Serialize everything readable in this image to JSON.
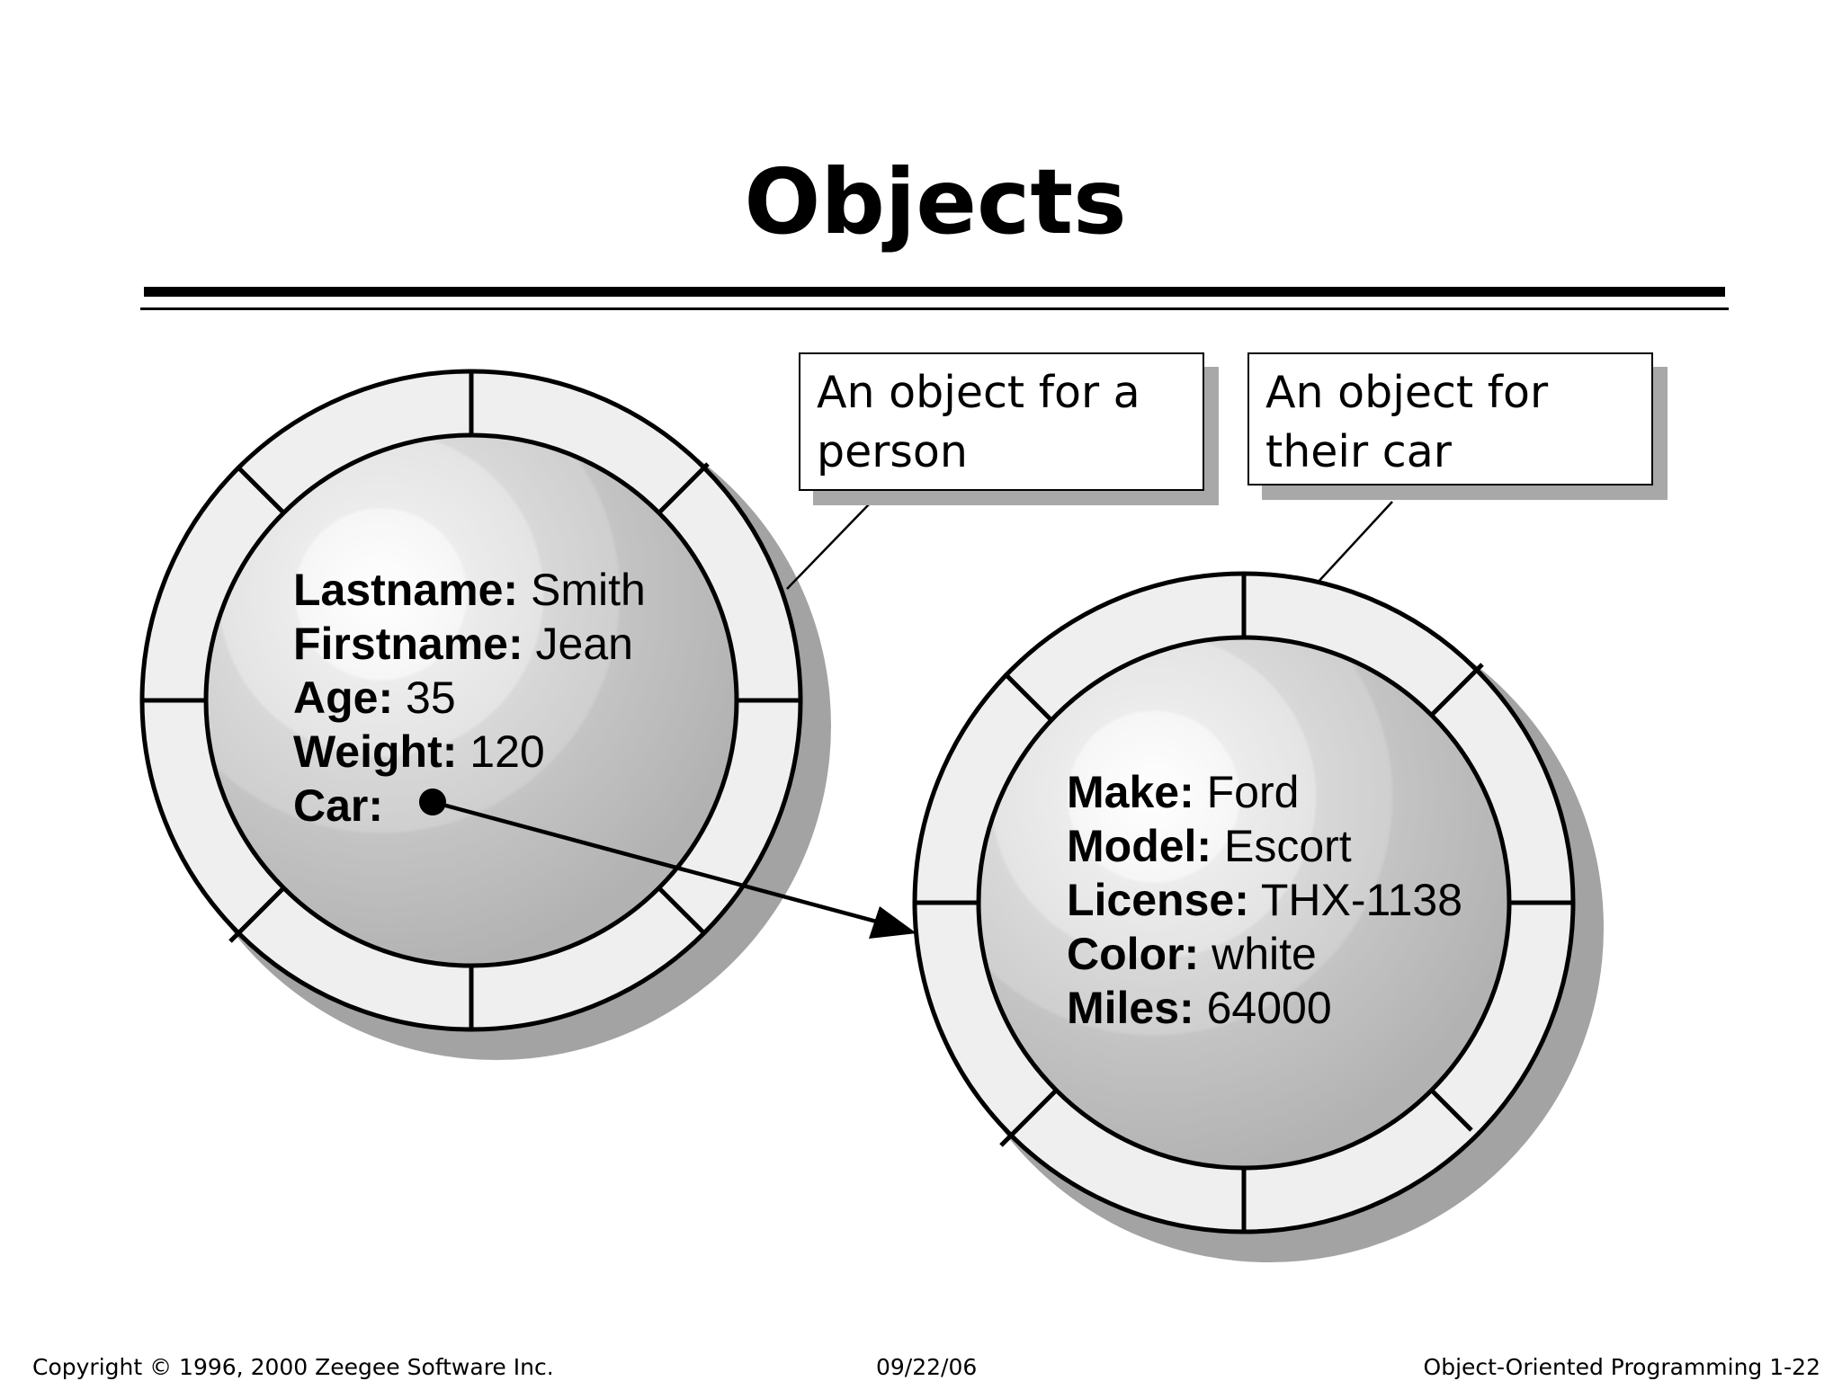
{
  "slide": {
    "title": "Objects"
  },
  "callouts": {
    "person": {
      "line1": "An object for a",
      "line2": "person"
    },
    "car": {
      "line1": "An object for",
      "line2": "their car"
    }
  },
  "person_object": {
    "fields": [
      {
        "key": "Lastname:",
        "value": "Smith"
      },
      {
        "key": "Firstname:",
        "value": "Jean"
      },
      {
        "key": "Age:",
        "value": "35"
      },
      {
        "key": "Weight:",
        "value": "120"
      },
      {
        "key": "Car:",
        "value": ""
      }
    ]
  },
  "car_object": {
    "fields": [
      {
        "key": "Make:",
        "value": "Ford"
      },
      {
        "key": "Model:",
        "value": "Escort"
      },
      {
        "key": "License:",
        "value": "THX-1138"
      },
      {
        "key": "Color:",
        "value": "white"
      },
      {
        "key": "Miles:",
        "value": "64000"
      }
    ]
  },
  "footer": {
    "copyright": "Copyright © 1996, 2000 Zeegee Software Inc.",
    "date": "09/22/06",
    "course": "Object-Oriented Programming 1-22"
  },
  "colors": {
    "ring_fill": "#efefef",
    "shadow": "#a3a3a3",
    "core_outer": "#b4b4b4",
    "core_highlight": "#ffffff",
    "ink": "#000000"
  }
}
